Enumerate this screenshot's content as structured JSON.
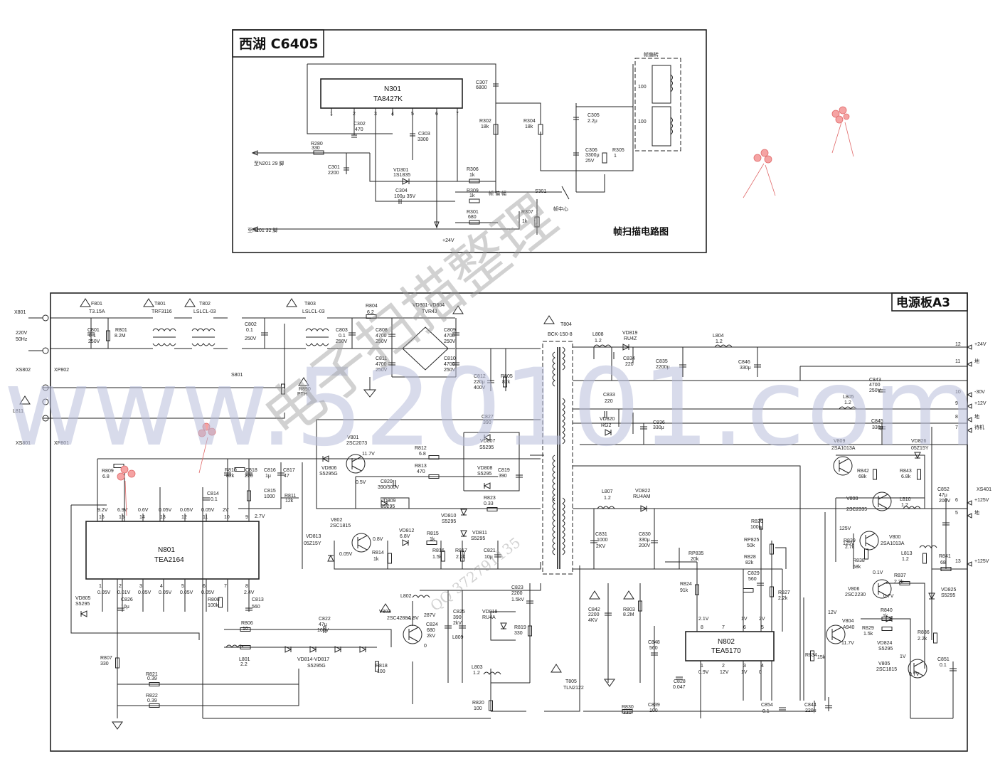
{
  "upper": {
    "title": "西湖 C6405",
    "caption": "帧扫描电路图",
    "ic": {
      "ref": "N301",
      "part": "TA8427K",
      "pins": [
        "1",
        "2",
        "3",
        "4",
        "5",
        "6",
        "7"
      ]
    },
    "labels": [
      {
        "text": "C302"
      },
      {
        "text": "470"
      },
      {
        "text": "C303"
      },
      {
        "text": "3300"
      },
      {
        "text": "R280"
      },
      {
        "text": "330"
      },
      {
        "text": "C301"
      },
      {
        "text": "2200"
      },
      {
        "text": "VD301"
      },
      {
        "text": "1S1835"
      },
      {
        "text": "C304"
      },
      {
        "text": "100μ 35V"
      },
      {
        "text": "R306"
      },
      {
        "text": "1k"
      },
      {
        "text": "R309"
      },
      {
        "text": "1k"
      },
      {
        "text": "帧 偏 幅"
      },
      {
        "text": "R301"
      },
      {
        "text": "680"
      },
      {
        "text": "R307"
      },
      {
        "text": "1k"
      },
      {
        "text": "帧中心"
      },
      {
        "text": "S301"
      },
      {
        "text": "C307"
      },
      {
        "text": "6800"
      },
      {
        "text": "R302"
      },
      {
        "text": "18k"
      },
      {
        "text": "R304"
      },
      {
        "text": "18k"
      },
      {
        "text": "C305"
      },
      {
        "text": "2.2μ"
      },
      {
        "text": "C306"
      },
      {
        "text": "3300μ"
      },
      {
        "text": "25V"
      },
      {
        "text": "R305"
      },
      {
        "text": "1"
      },
      {
        "text": "帧偏转"
      },
      {
        "text": "100"
      },
      {
        "text": "100"
      },
      {
        "text": "至N201 29 脚"
      },
      {
        "text": "至N201 32 脚"
      },
      {
        "text": "+24V"
      }
    ]
  },
  "lower": {
    "title": "电源板A3",
    "ics": [
      {
        "ref": "N801",
        "part": "TEA2164"
      },
      {
        "ref": "N802",
        "part": "TEA5170"
      }
    ],
    "n801_top_pins": [
      {
        "v": "9.2V",
        "p": "16"
      },
      {
        "v": "6.9V",
        "p": "15"
      },
      {
        "v": "0.6V",
        "p": "14"
      },
      {
        "v": "0.05V",
        "p": "13"
      },
      {
        "v": "0.05V",
        "p": "12"
      },
      {
        "v": "0.05V",
        "p": "11"
      },
      {
        "v": "2V",
        "p": "10"
      },
      {
        "v": "",
        "p": "9"
      }
    ],
    "n801_bottom_pins": [
      {
        "p": "1",
        "v": "0.05V"
      },
      {
        "p": "2",
        "v": "0.01V"
      },
      {
        "p": "3",
        "v": "0.05V"
      },
      {
        "p": "4",
        "v": "0.05V"
      },
      {
        "p": "5",
        "v": "0.05V"
      },
      {
        "p": "6",
        "v": "0.05V"
      },
      {
        "p": "7",
        "v": ""
      },
      {
        "p": "8",
        "v": "2.4V"
      }
    ],
    "n802_pins": [
      {
        "v": "2.1V",
        "p": "8"
      },
      {
        "v": "",
        "p": "7"
      },
      {
        "v": "1V",
        "p": "6"
      },
      {
        "v": "2V",
        "p": "5"
      },
      {
        "p": "1",
        "v": "0.9V"
      },
      {
        "p": "2",
        "v": "12V"
      },
      {
        "p": "3",
        "v": "1V"
      },
      {
        "p": "4",
        "v": "0"
      }
    ],
    "connectors": [
      {
        "text": "X801"
      },
      {
        "text": "220V"
      },
      {
        "text": "50Hz"
      },
      {
        "text": "XS802"
      },
      {
        "text": "XP802"
      },
      {
        "text": "L811"
      },
      {
        "text": "XS801"
      },
      {
        "text": "XP801"
      },
      {
        "text": "XS401"
      }
    ],
    "outputs": [
      {
        "pin": "12",
        "label": "+24V"
      },
      {
        "pin": "11",
        "label": "地"
      },
      {
        "pin": "10",
        "label": "-30V"
      },
      {
        "pin": "9",
        "label": "+12V"
      },
      {
        "pin": "8",
        "label": "地"
      },
      {
        "pin": "7",
        "label": "待机"
      },
      {
        "pin": "6",
        "label": "+125V"
      },
      {
        "pin": "5",
        "label": "地"
      },
      {
        "pin": "13",
        "label": "+125V"
      }
    ],
    "labels": [
      {
        "text": "F801"
      },
      {
        "text": "T3.15A"
      },
      {
        "text": "T801"
      },
      {
        "text": "TRF3116"
      },
      {
        "text": "T802"
      },
      {
        "text": "LSLCL-03"
      },
      {
        "text": "T803"
      },
      {
        "text": "LSLCL-03"
      },
      {
        "text": "R804"
      },
      {
        "text": "6.2"
      },
      {
        "text": "VD801-VD804"
      },
      {
        "text": "TVR4J"
      },
      {
        "text": "C801"
      },
      {
        "text": "0.1"
      },
      {
        "text": "250V"
      },
      {
        "text": "R801"
      },
      {
        "text": "8.2M"
      },
      {
        "text": "C802"
      },
      {
        "text": "0.1"
      },
      {
        "text": "250V"
      },
      {
        "text": "S801"
      },
      {
        "text": "R890"
      },
      {
        "text": "PTH"
      },
      {
        "text": "C803"
      },
      {
        "text": "0.1"
      },
      {
        "text": "250V"
      },
      {
        "text": "C808"
      },
      {
        "text": "4700"
      },
      {
        "text": "250V"
      },
      {
        "text": "C811"
      },
      {
        "text": "4700"
      },
      {
        "text": "250V"
      },
      {
        "text": "C809"
      },
      {
        "text": "4700"
      },
      {
        "text": "250V"
      },
      {
        "text": "C810"
      },
      {
        "text": "4700"
      },
      {
        "text": "250V"
      },
      {
        "text": "C812"
      },
      {
        "text": "220μ"
      },
      {
        "text": "400V"
      },
      {
        "text": "R805"
      },
      {
        "text": "82k"
      },
      {
        "text": "T804"
      },
      {
        "text": "BCK-150-8"
      },
      {
        "text": "L808"
      },
      {
        "text": "1.2"
      },
      {
        "text": "VD819"
      },
      {
        "text": "RU4Z"
      },
      {
        "text": "C834"
      },
      {
        "text": "220"
      },
      {
        "text": "C835"
      },
      {
        "text": "2200μ"
      },
      {
        "text": "L804"
      },
      {
        "text": "1.2"
      },
      {
        "text": "C846"
      },
      {
        "text": "330μ"
      },
      {
        "text": "C843"
      },
      {
        "text": "4700"
      },
      {
        "text": "250V"
      },
      {
        "text": "C833"
      },
      {
        "text": "220"
      },
      {
        "text": "VD820"
      },
      {
        "text": "RG2"
      },
      {
        "text": "C836"
      },
      {
        "text": "330μ"
      },
      {
        "text": "L805"
      },
      {
        "text": "1.2"
      },
      {
        "text": "C845"
      },
      {
        "text": "330μ"
      },
      {
        "text": "V809"
      },
      {
        "text": "2SA1013A"
      },
      {
        "text": "VD826"
      },
      {
        "text": "05Z15Y"
      },
      {
        "text": "R842"
      },
      {
        "text": "68k"
      },
      {
        "text": "R843"
      },
      {
        "text": "6.8k"
      },
      {
        "text": "C852"
      },
      {
        "text": "47μ"
      },
      {
        "text": "200V"
      },
      {
        "text": "V801"
      },
      {
        "text": "2SC2073"
      },
      {
        "text": "11.7V"
      },
      {
        "text": "0.5V"
      },
      {
        "text": "VD806"
      },
      {
        "text": "S5295G"
      },
      {
        "text": "C827"
      },
      {
        "text": "390"
      },
      {
        "text": "VD807"
      },
      {
        "text": "S5295"
      },
      {
        "text": "R812"
      },
      {
        "text": "6.8"
      },
      {
        "text": "R813"
      },
      {
        "text": "470"
      },
      {
        "text": "VD808"
      },
      {
        "text": "S5295"
      },
      {
        "text": "C819"
      },
      {
        "text": "390"
      },
      {
        "text": "R823"
      },
      {
        "text": "0.33"
      },
      {
        "text": "C820"
      },
      {
        "text": "390/500V"
      },
      {
        "text": "VD809"
      },
      {
        "text": "S5295"
      },
      {
        "text": "VD810"
      },
      {
        "text": "S5295"
      },
      {
        "text": "VD811"
      },
      {
        "text": "S5295"
      },
      {
        "text": "R809"
      },
      {
        "text": "6.8"
      },
      {
        "text": "R810"
      },
      {
        "text": "82k"
      },
      {
        "text": "C818"
      },
      {
        "text": "220"
      },
      {
        "text": "C816"
      },
      {
        "text": "1μ"
      },
      {
        "text": "C817"
      },
      {
        "text": "47"
      },
      {
        "text": "C815"
      },
      {
        "text": "1000"
      },
      {
        "text": "R811"
      },
      {
        "text": "12k"
      },
      {
        "text": "2.7V"
      },
      {
        "text": "C814"
      },
      {
        "text": "0.1"
      },
      {
        "text": "V802"
      },
      {
        "text": "2SC1815"
      },
      {
        "text": "0.8V"
      },
      {
        "text": "0.05V"
      },
      {
        "text": "VD813"
      },
      {
        "text": "05Z15Y"
      },
      {
        "text": "VD812"
      },
      {
        "text": "6.8V"
      },
      {
        "text": "R815"
      },
      {
        "text": "1k"
      },
      {
        "text": "R814"
      },
      {
        "text": "1k"
      },
      {
        "text": "R816"
      },
      {
        "text": "1.5k"
      },
      {
        "text": "R817"
      },
      {
        "text": "2.2k"
      },
      {
        "text": "C821"
      },
      {
        "text": "10μ"
      },
      {
        "text": "L807"
      },
      {
        "text": "1.2"
      },
      {
        "text": "VD822"
      },
      {
        "text": "RU4AM"
      },
      {
        "text": "C831"
      },
      {
        "text": "1000"
      },
      {
        "text": "2KV"
      },
      {
        "text": "C830"
      },
      {
        "text": "330μ"
      },
      {
        "text": "200V"
      },
      {
        "text": "RP835"
      },
      {
        "text": "20k"
      },
      {
        "text": "R826"
      },
      {
        "text": "100k"
      },
      {
        "text": "RP825"
      },
      {
        "text": "50k"
      },
      {
        "text": "R828"
      },
      {
        "text": "82k"
      },
      {
        "text": "C829"
      },
      {
        "text": "560"
      },
      {
        "text": "R827"
      },
      {
        "text": "2.2k"
      },
      {
        "text": "L810"
      },
      {
        "text": "1.2"
      },
      {
        "text": "V808"
      },
      {
        "text": "2SC2335"
      },
      {
        "text": "125V"
      },
      {
        "text": "125V"
      },
      {
        "text": "V800"
      },
      {
        "text": "2SA1013A"
      },
      {
        "text": "R839"
      },
      {
        "text": "2.7k"
      },
      {
        "text": "R838"
      },
      {
        "text": "68k"
      },
      {
        "text": "L813"
      },
      {
        "text": "1.2"
      },
      {
        "text": "R841"
      },
      {
        "text": "68"
      },
      {
        "text": "0.1V"
      },
      {
        "text": "R837"
      },
      {
        "text": "2.2k"
      },
      {
        "text": "V806"
      },
      {
        "text": "2SC2230"
      },
      {
        "text": "0.7V"
      },
      {
        "text": "VD825"
      },
      {
        "text": "S5295"
      },
      {
        "text": "R840"
      },
      {
        "text": "1k"
      },
      {
        "text": "V804"
      },
      {
        "text": "A940"
      },
      {
        "text": "12V"
      },
      {
        "text": "11.7V"
      },
      {
        "text": "R829"
      },
      {
        "text": "1.5k"
      },
      {
        "text": "VD824"
      },
      {
        "text": "S5295"
      },
      {
        "text": "R836"
      },
      {
        "text": "2.2k"
      },
      {
        "text": "V805"
      },
      {
        "text": "2SC1815"
      },
      {
        "text": "1V"
      },
      {
        "text": "0.7V"
      },
      {
        "text": "C851"
      },
      {
        "text": "0.1"
      },
      {
        "text": "R824"
      },
      {
        "text": "91k"
      },
      {
        "text": "C842"
      },
      {
        "text": "2200"
      },
      {
        "text": "4KV"
      },
      {
        "text": "R803"
      },
      {
        "text": "8.2M"
      },
      {
        "text": "C848"
      },
      {
        "text": "560"
      },
      {
        "text": "C828"
      },
      {
        "text": "0.047"
      },
      {
        "text": "R834"
      },
      {
        "text": "15k"
      },
      {
        "text": "R830"
      },
      {
        "text": "330"
      },
      {
        "text": "C839"
      },
      {
        "text": "100"
      },
      {
        "text": "C854"
      },
      {
        "text": "0.1"
      },
      {
        "text": "C844"
      },
      {
        "text": "220μ"
      },
      {
        "text": "T805"
      },
      {
        "text": "TLN2122"
      },
      {
        "text": "L802"
      },
      {
        "text": "V803"
      },
      {
        "text": "2SC4288A"
      },
      {
        "text": "287V"
      },
      {
        "text": "-1.8V"
      },
      {
        "text": "0"
      },
      {
        "text": "C824"
      },
      {
        "text": "680"
      },
      {
        "text": "2kV"
      },
      {
        "text": "C825"
      },
      {
        "text": "390"
      },
      {
        "text": "2kV"
      },
      {
        "text": "C823"
      },
      {
        "text": "2200"
      },
      {
        "text": "1.5kV"
      },
      {
        "text": "VD818"
      },
      {
        "text": "RU4A"
      },
      {
        "text": "R819"
      },
      {
        "text": "330"
      },
      {
        "text": "L809"
      },
      {
        "text": "L803"
      },
      {
        "text": "1.2"
      },
      {
        "text": "R820"
      },
      {
        "text": "100"
      },
      {
        "text": "VD805"
      },
      {
        "text": "S5295"
      },
      {
        "text": "C826"
      },
      {
        "text": "10μ"
      },
      {
        "text": "R808"
      },
      {
        "text": "100k"
      },
      {
        "text": "C813"
      },
      {
        "text": "560"
      },
      {
        "text": "R806"
      },
      {
        "text": "10"
      },
      {
        "text": "C822"
      },
      {
        "text": "47μ"
      },
      {
        "text": "160V"
      },
      {
        "text": "L801"
      },
      {
        "text": "2.2"
      },
      {
        "text": "VD814-VD817"
      },
      {
        "text": "S5295G"
      },
      {
        "text": "R818"
      },
      {
        "text": "100"
      },
      {
        "text": "R807"
      },
      {
        "text": "330"
      },
      {
        "text": "R821"
      },
      {
        "text": "0.39"
      },
      {
        "text": "R822"
      },
      {
        "text": "0.39"
      }
    ]
  },
  "watermarks": [
    "www.520101.com",
    "电子扫描整理",
    "QQ 372791135"
  ]
}
